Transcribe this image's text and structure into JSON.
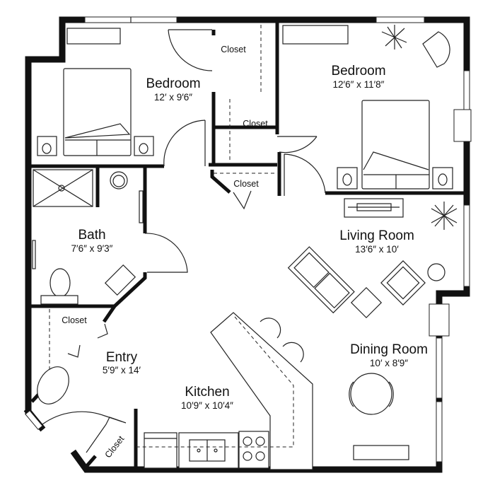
{
  "floor_plan": {
    "rooms": [
      {
        "name": "Bedroom",
        "size": "12′ x 9′6″"
      },
      {
        "name": "Bedroom",
        "size": "12′6″ x 11′8″"
      },
      {
        "name": "Bath",
        "size": "7′6″ x 9′3″"
      },
      {
        "name": "Living Room",
        "size": "13′6″ x 10′"
      },
      {
        "name": "Entry",
        "size": "5′9″ x 14′"
      },
      {
        "name": "Dining Room",
        "size": "10′ x 8′9″"
      },
      {
        "name": "Kitchen",
        "size": "10′9″ x 10′4″"
      }
    ],
    "closets": [
      "Closet",
      "Closet",
      "Closet",
      "Closet",
      "Closet"
    ]
  }
}
